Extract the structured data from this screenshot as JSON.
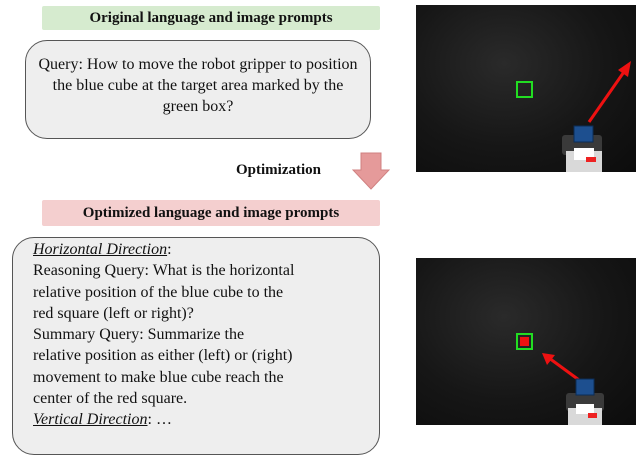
{
  "top": {
    "banner": "Original language and image prompts",
    "query": "Query: How to move the robot gripper to position the blue cube at the target area marked by the green box?"
  },
  "arrow": {
    "label": "Optimization",
    "icon": "down-arrow-icon",
    "color": "#e59a9a"
  },
  "bottom": {
    "banner": "Optimized language and image prompts",
    "lines": [
      {
        "text": "Horizontal Direction",
        "suffix": ":"
      },
      {
        "text": "Reasoning Query: What is the horizontal"
      },
      {
        "text": "relative position of the blue cube to the"
      },
      {
        "text": "red square (left or right)?"
      },
      {
        "text": "Summary Query: Summarize the"
      },
      {
        "text": "relative position as either (left) or (right)"
      },
      {
        "text": "movement to make blue cube reach the"
      },
      {
        "text": "center of the red square."
      },
      {
        "text": "Vertical Direction",
        "suffix": ": …"
      }
    ]
  },
  "colors": {
    "green_banner": "#d6ebcf",
    "red_banner": "#f4cfcf",
    "target_box": "#22dd22",
    "red_arrow": "#ee1111",
    "red_square": "#ee1111",
    "cube": "#1d4f8f"
  }
}
